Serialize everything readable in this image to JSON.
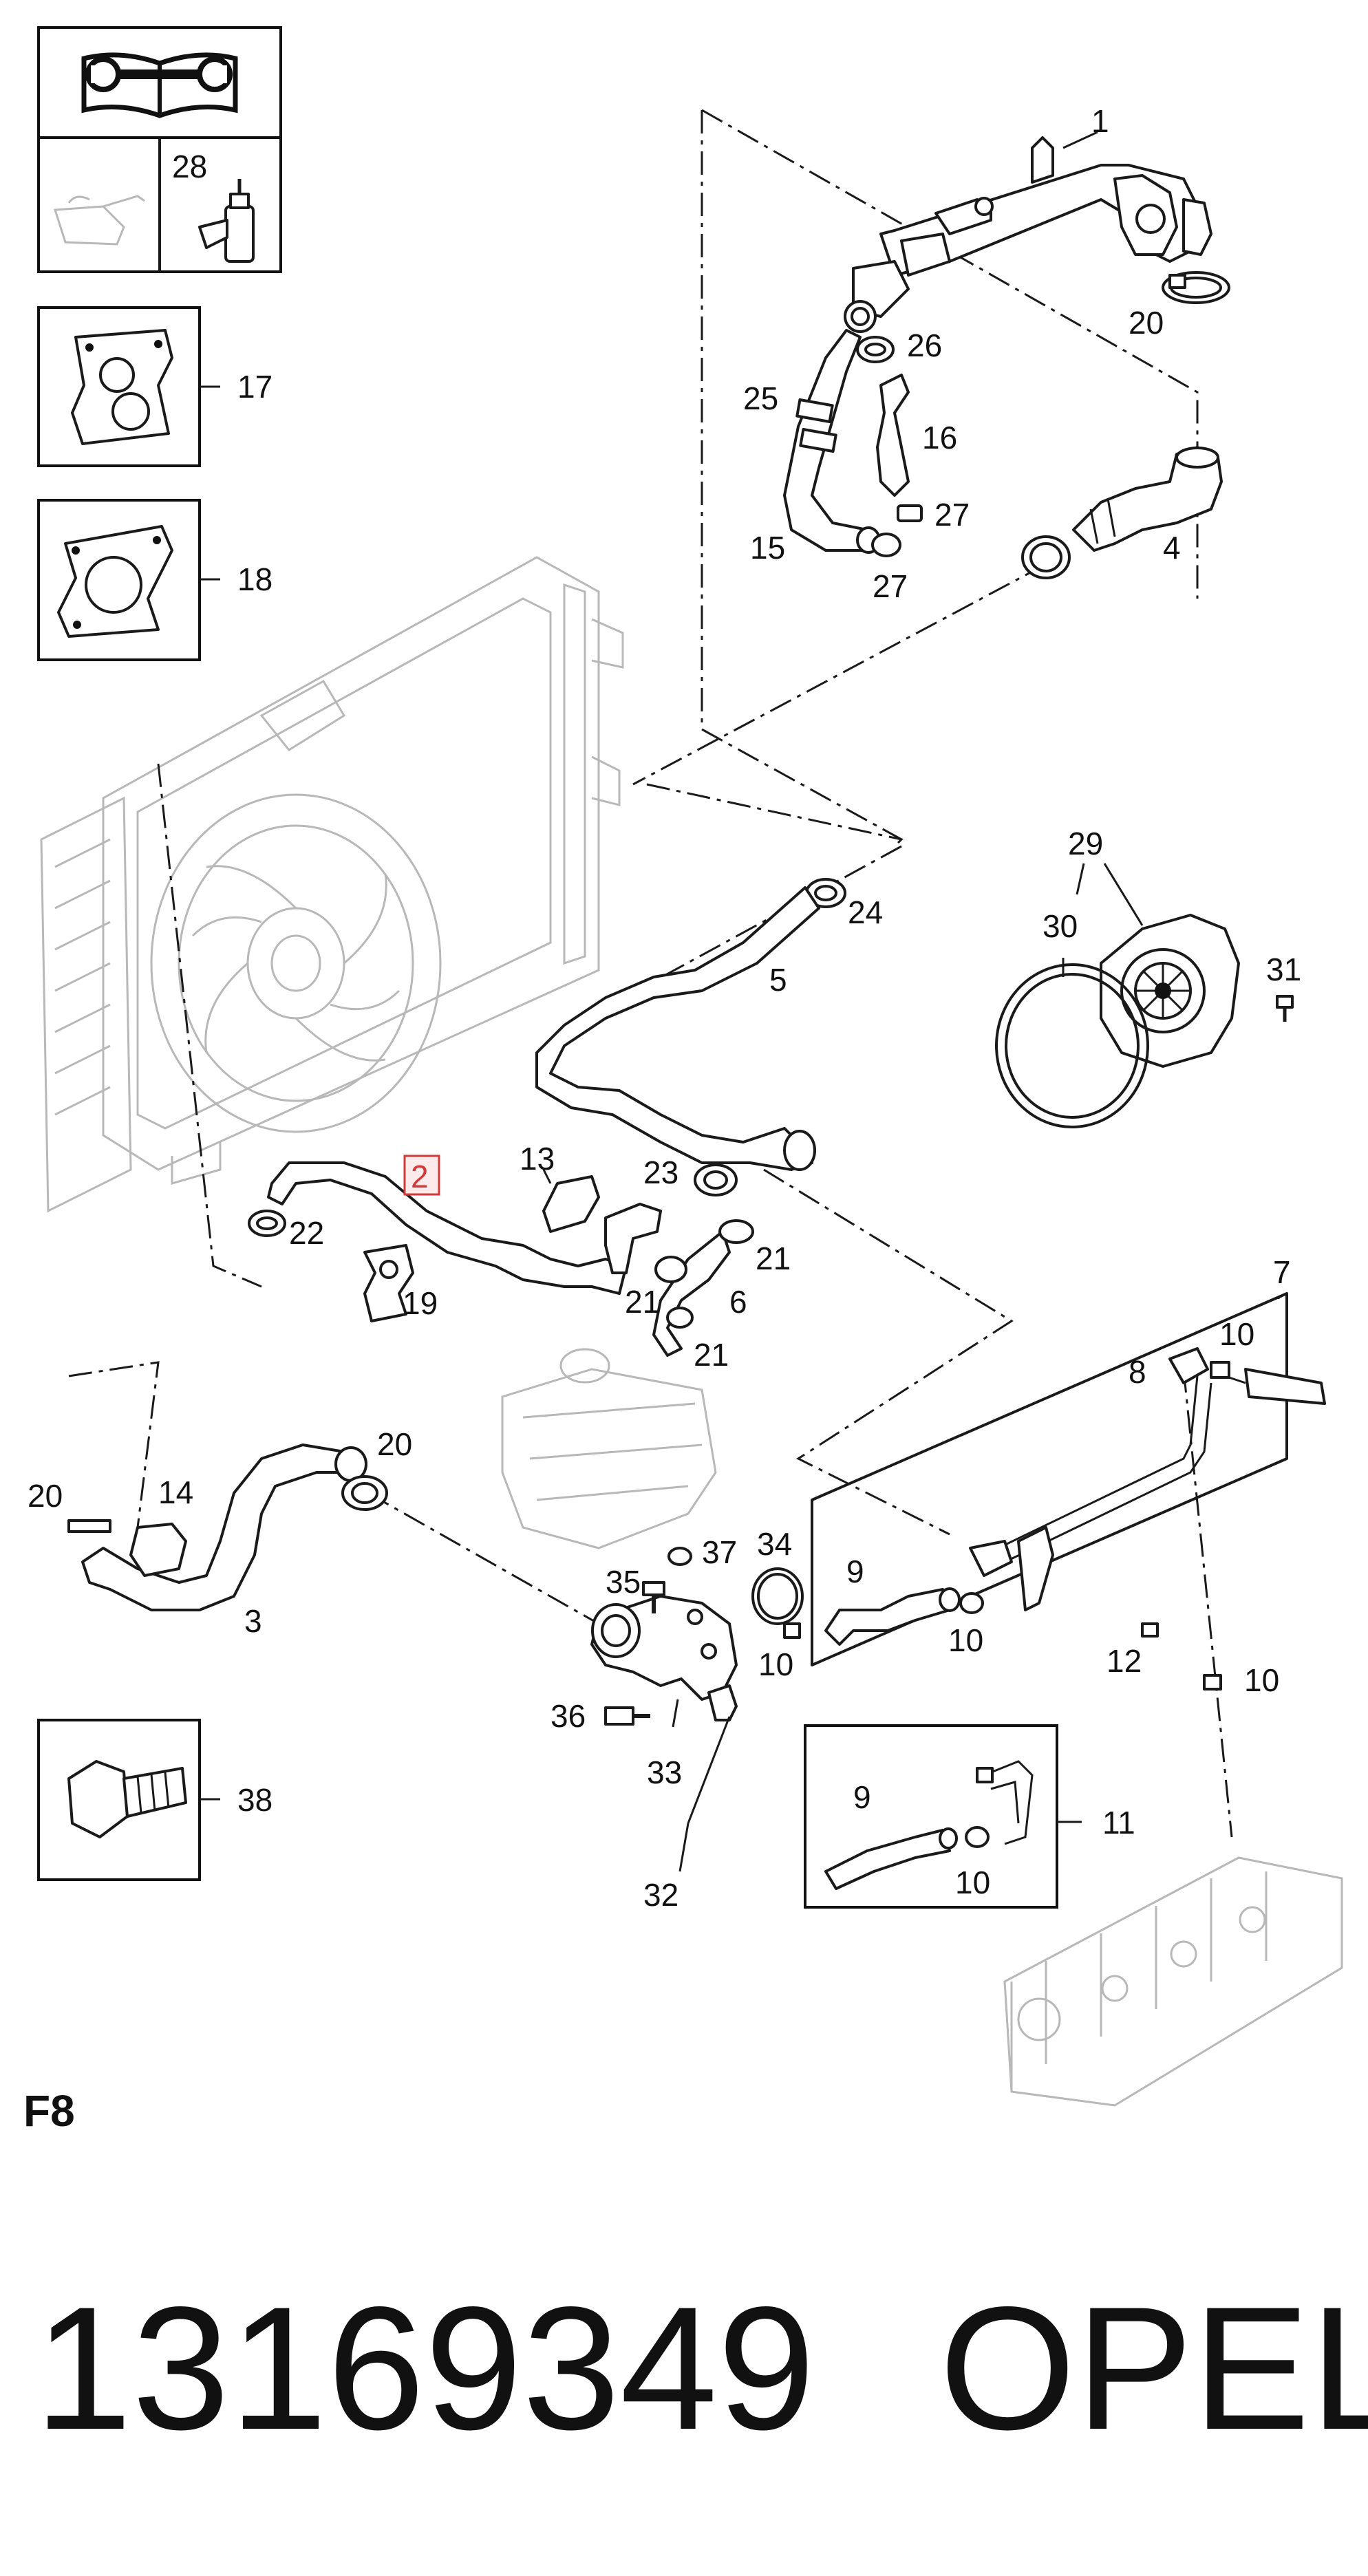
{
  "diagram": {
    "page_code": "F8",
    "part_number": "13169349",
    "brand": "OPEL",
    "highlighted_callout": "2",
    "callouts": {
      "c1": "1",
      "c2": "2",
      "c3": "3",
      "c4": "4",
      "c5": "5",
      "c6": "6",
      "c7": "7",
      "c8": "8",
      "c9a": "9",
      "c9b": "9",
      "c10a": "10",
      "c10b": "10",
      "c10c": "10",
      "c10d": "10",
      "c10e": "10",
      "c11": "11",
      "c12": "12",
      "c13": "13",
      "c14": "14",
      "c15": "15",
      "c16": "16",
      "c17": "17",
      "c18": "18",
      "c19": "19",
      "c20a": "20",
      "c20b": "20",
      "c20c": "20",
      "c21a": "21",
      "c21b": "21",
      "c21c": "21",
      "c22": "22",
      "c23": "23",
      "c24": "24",
      "c25": "25",
      "c26": "26",
      "c27a": "27",
      "c27b": "27",
      "c28": "28",
      "c29": "29",
      "c30": "30",
      "c31": "31",
      "c32": "32",
      "c33": "33",
      "c34": "34",
      "c35": "35",
      "c36": "36",
      "c37": "37",
      "c38": "38"
    }
  }
}
